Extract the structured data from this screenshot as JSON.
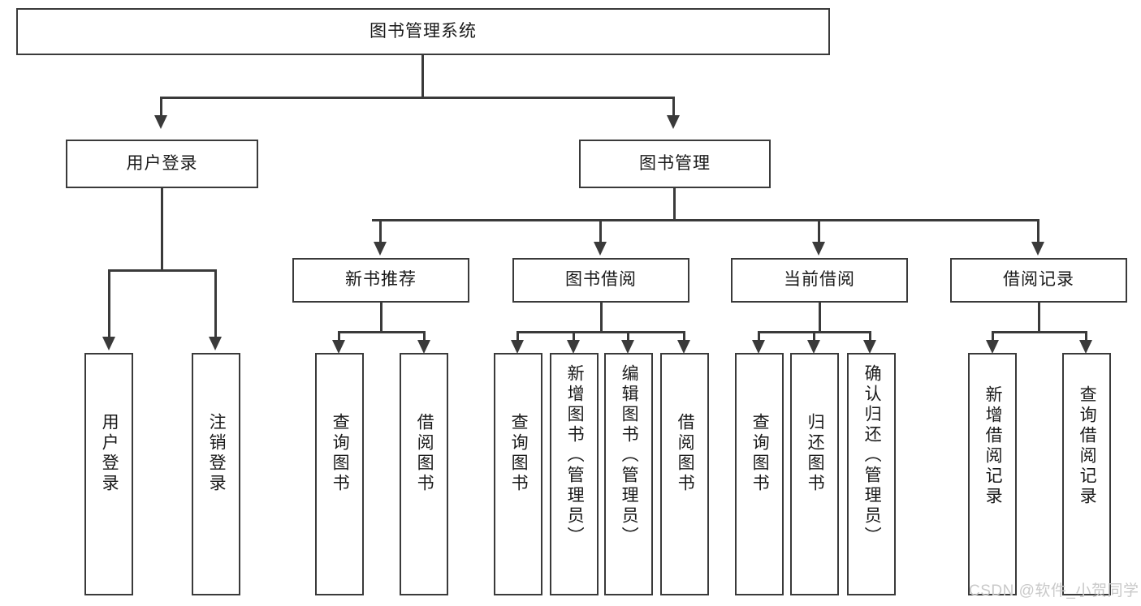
{
  "diagram": {
    "title": "图书管理系统",
    "type": "tree-hierarchy",
    "root": {
      "id": "root",
      "label": "图书管理系统"
    },
    "level1": [
      {
        "id": "user-login",
        "label": "用户登录"
      },
      {
        "id": "book-manage",
        "label": "图书管理"
      }
    ],
    "level2": [
      {
        "id": "new-book-rec",
        "label": "新书推荐",
        "parent": "book-manage"
      },
      {
        "id": "book-borrow",
        "label": "图书借阅",
        "parent": "book-manage"
      },
      {
        "id": "current-borrow",
        "label": "当前借阅",
        "parent": "book-manage"
      },
      {
        "id": "borrow-record",
        "label": "借阅记录",
        "parent": "book-manage"
      }
    ],
    "leaves": {
      "user_login": [
        {
          "id": "leaf-user-login",
          "label": "用户登录"
        },
        {
          "id": "leaf-logout",
          "label": "注销登录"
        }
      ],
      "new_book_rec": [
        {
          "id": "leaf-query-book-1",
          "label": "查询图书"
        },
        {
          "id": "leaf-borrow-book-1",
          "label": "借阅图书"
        }
      ],
      "book_borrow": [
        {
          "id": "leaf-query-book-2",
          "label": "查询图书"
        },
        {
          "id": "leaf-add-book",
          "label": "新增图书（管理员）"
        },
        {
          "id": "leaf-edit-book",
          "label": "编辑图书（管理员）"
        },
        {
          "id": "leaf-borrow-book-2",
          "label": "借阅图书"
        }
      ],
      "current_borrow": [
        {
          "id": "leaf-query-book-3",
          "label": "查询图书"
        },
        {
          "id": "leaf-return-book",
          "label": "归还图书"
        },
        {
          "id": "leaf-confirm-return",
          "label": "确认归还（管理员）"
        }
      ],
      "borrow_record": [
        {
          "id": "leaf-add-record",
          "label": "新增借阅记录"
        },
        {
          "id": "leaf-query-record",
          "label": "查询借阅记录"
        }
      ]
    }
  },
  "watermark": {
    "text": "CSDN @软件_小贺同学"
  },
  "colors": {
    "stroke": "#3a3a3a",
    "background": "#ffffff",
    "text": "#1a1a1a",
    "watermark": "#c9c9c9"
  }
}
